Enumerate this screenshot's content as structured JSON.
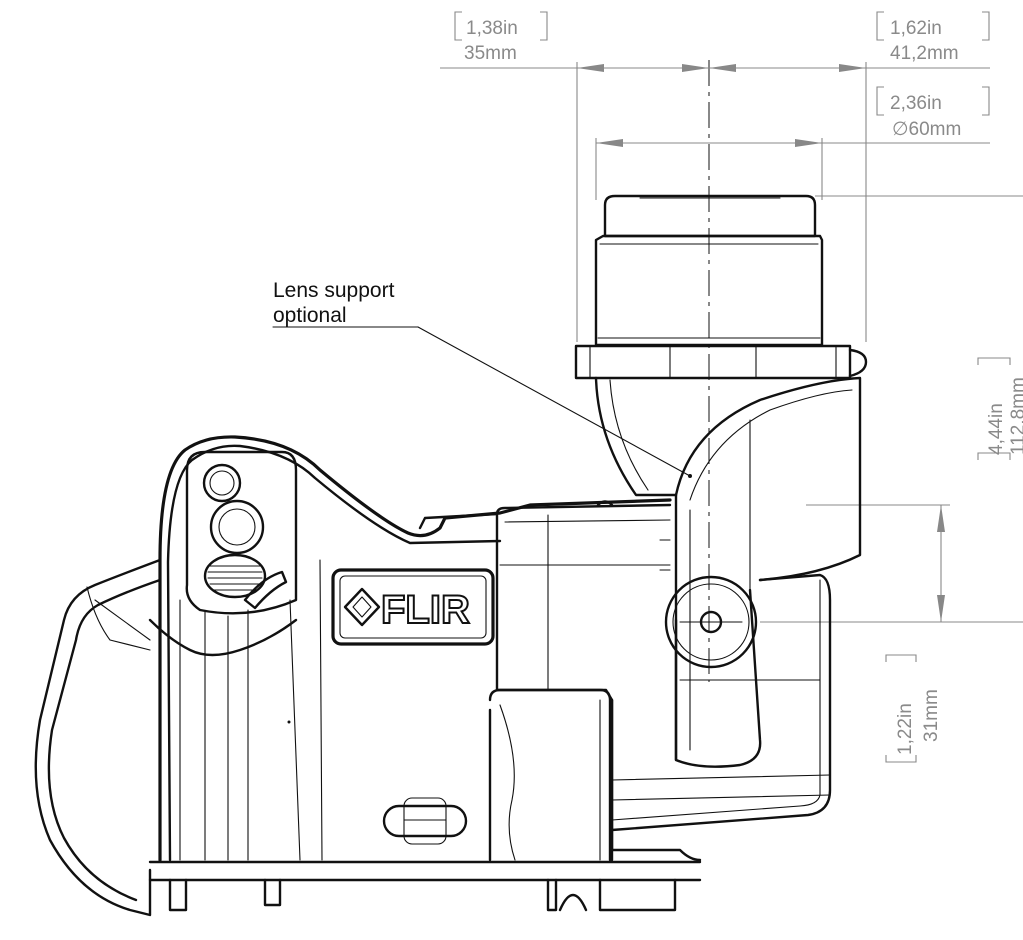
{
  "callout": {
    "line1": "Lens support",
    "line2": "optional"
  },
  "dimensions": {
    "d1": {
      "inch": "1,38in",
      "mm": "35mm"
    },
    "d2": {
      "inch": "1,62in",
      "mm": "41,2mm"
    },
    "d3": {
      "inch": "2,36in",
      "mm": "∅60mm"
    },
    "d4": {
      "inch": "4,44in",
      "mm": "112,8mm"
    },
    "d5": {
      "inch": "1,22in",
      "mm": "31mm"
    }
  },
  "brand": {
    "logo_text": "FLIR"
  },
  "colors": {
    "line": "#111111",
    "dimension": "#888888",
    "background": "#ffffff"
  }
}
